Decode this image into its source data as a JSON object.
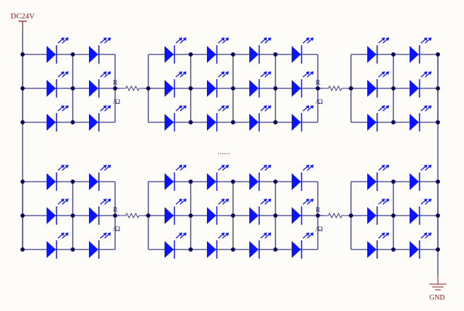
{
  "power_label": "DC24V",
  "ground_label": "GND",
  "resistor_label": "R",
  "resistor_unit": "/Ω",
  "ellipsis": "......",
  "colors": {
    "wire": "#5a5a9a",
    "led": "#0a14ff",
    "node": "#0a0a5a",
    "label": "#8b1a1a",
    "background": "#fdfcf8"
  }
}
